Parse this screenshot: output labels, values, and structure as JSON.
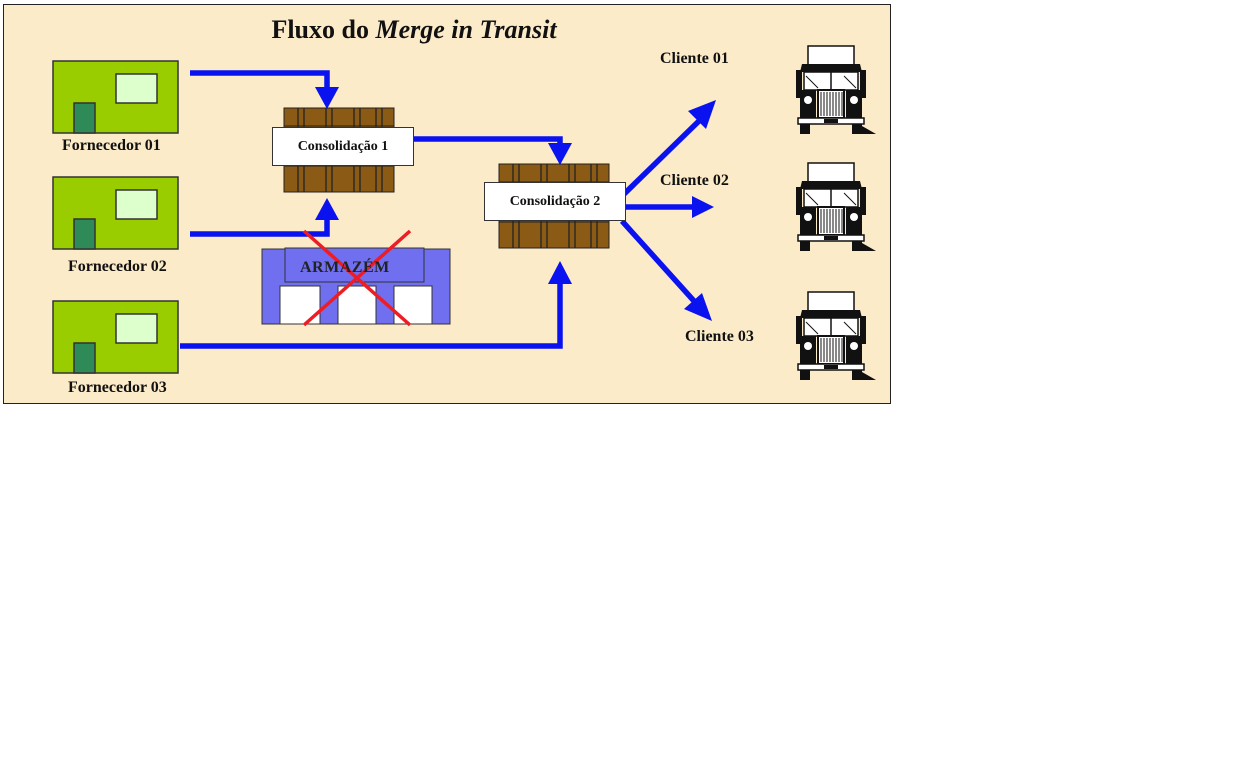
{
  "diagram": {
    "title_plain": "Fluxo do ",
    "title_italic": "Merge in Transit",
    "suppliers": [
      {
        "label": "Fornecedor 01"
      },
      {
        "label": "Fornecedor 02"
      },
      {
        "label": "Fornecedor 03"
      }
    ],
    "consolidations": [
      {
        "label": "Consolidação 1"
      },
      {
        "label": "Consolidação 2"
      }
    ],
    "warehouse": {
      "label": "ARMAZÉM"
    },
    "clients": [
      {
        "label": "Cliente 01"
      },
      {
        "label": "Cliente 02"
      },
      {
        "label": "Cliente 03"
      }
    ],
    "colors": {
      "background": "#fcebc9",
      "arrow": "#0a12f0",
      "supplier_building": "#9acd00",
      "supplier_door": "#2e8b57",
      "pallet": "#8b5a14",
      "warehouse": "#6f6ff0",
      "cross": "#ee1c24"
    },
    "icons": [
      "truck-icon",
      "factory-icon",
      "warehouse-icon",
      "pallet-icon",
      "cross-icon"
    ]
  }
}
